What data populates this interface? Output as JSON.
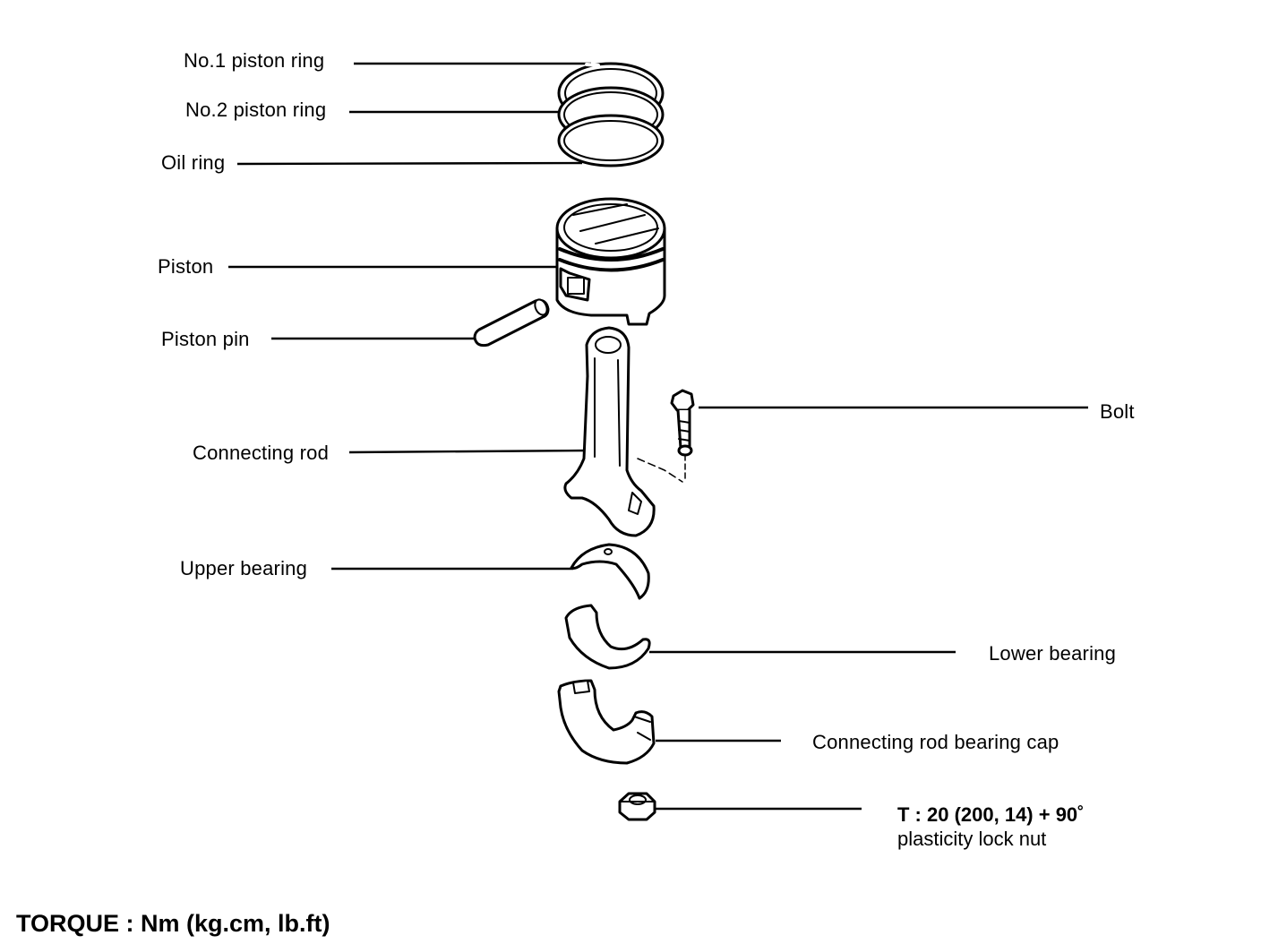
{
  "labels": {
    "ring1": "No.1 piston ring",
    "ring2": "No.2 piston ring",
    "oil_ring": "Oil ring",
    "piston": "Piston",
    "piston_pin": "Piston pin",
    "bolt": "Bolt",
    "connecting_rod": "Connecting rod",
    "upper_bearing": "Upper bearing",
    "lower_bearing": "Lower bearing",
    "bearing_cap": "Connecting rod bearing cap"
  },
  "torque": {
    "value": "T : 20 (200, 14) + 90˚",
    "part": "plasticity lock nut"
  },
  "legend": "TORQUE : Nm (kg.cm, lb.ft)"
}
